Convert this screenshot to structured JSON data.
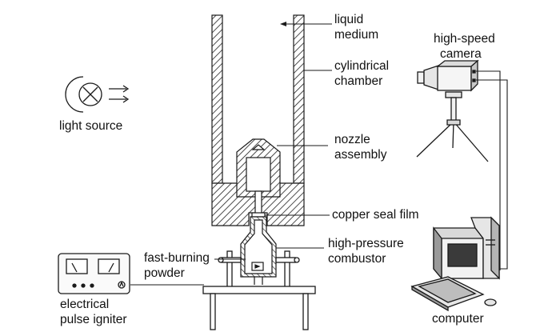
{
  "labels": {
    "liquid_medium": [
      "liquid",
      "medium"
    ],
    "cylindrical_chamber": [
      "cylindrical",
      "chamber"
    ],
    "nozzle_assembly": [
      "nozzle",
      "assembly"
    ],
    "copper_seal_film": "copper seal film",
    "high_pressure_combustor": [
      "high-pressure",
      "combustor"
    ],
    "fast_burning_powder": [
      "fast-burning",
      "powder"
    ],
    "light_source": "light source",
    "high_speed_camera": [
      "high-speed",
      "camera"
    ],
    "computer": "computer",
    "electrical_pulse_igniter": [
      "electrical",
      "pulse igniter"
    ]
  },
  "colors": {
    "line": "#1a1a1a",
    "hatch": "#222222",
    "fill_light": "#f2f2f2",
    "fill_mid": "#d9d9d9",
    "fill_dark": "#9a9a9a"
  },
  "icons": {
    "light_source": "crossed-circle-lamp-icon",
    "camera": "camera-on-tripod-icon",
    "computer": "desktop-computer-icon",
    "igniter": "dual-meter-igniter-icon"
  }
}
